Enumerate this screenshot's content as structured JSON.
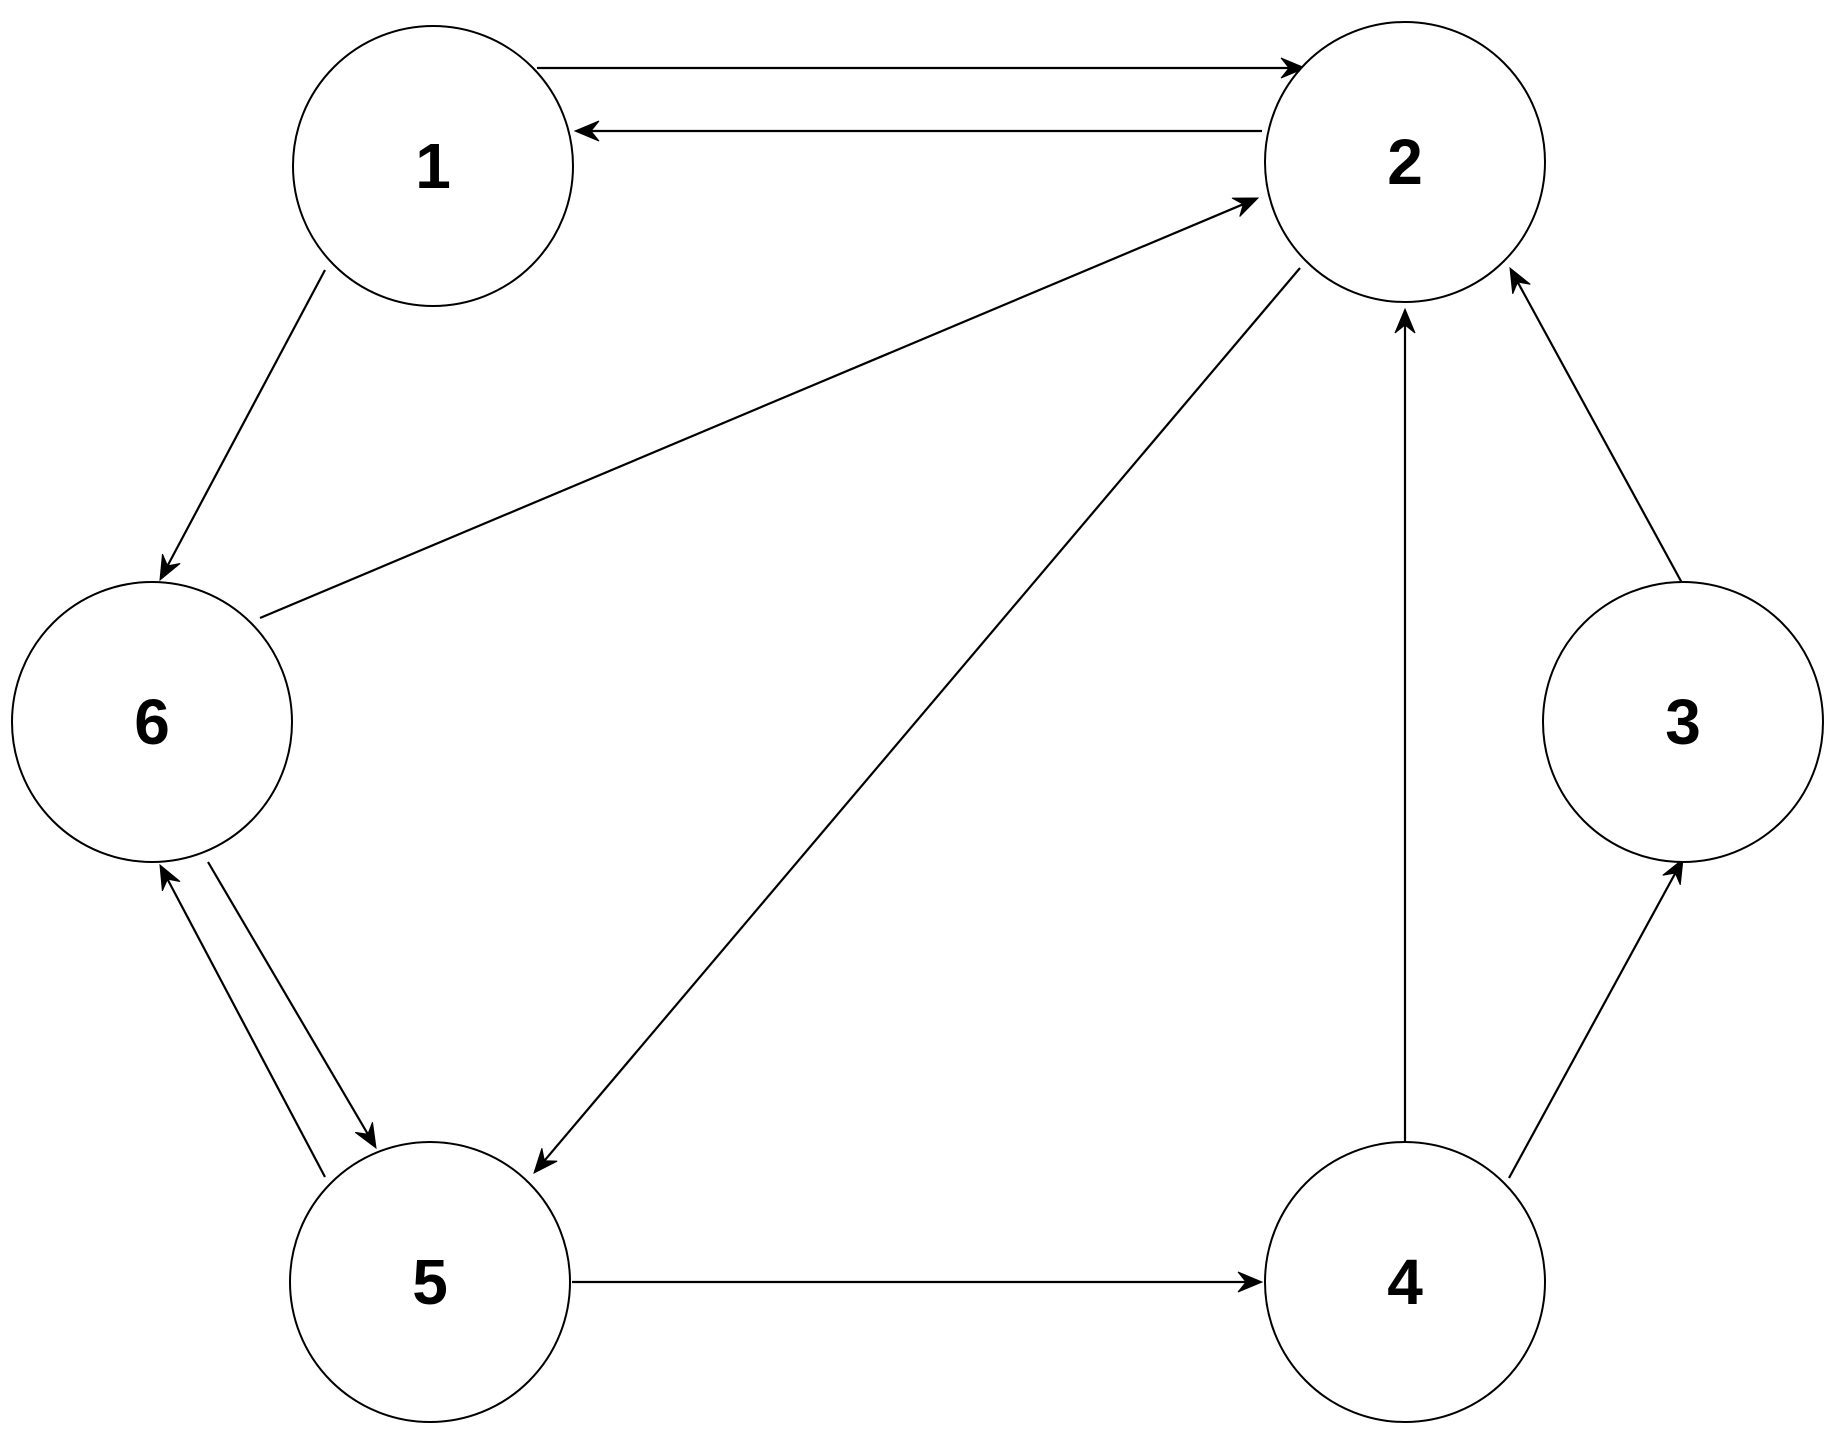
{
  "diagram": {
    "type": "directed-graph",
    "nodes": [
      {
        "id": "1",
        "label": "1"
      },
      {
        "id": "2",
        "label": "2"
      },
      {
        "id": "3",
        "label": "3"
      },
      {
        "id": "4",
        "label": "4"
      },
      {
        "id": "5",
        "label": "5"
      },
      {
        "id": "6",
        "label": "6"
      }
    ],
    "edges": [
      {
        "from": "1",
        "to": "2"
      },
      {
        "from": "2",
        "to": "1"
      },
      {
        "from": "1",
        "to": "6"
      },
      {
        "from": "6",
        "to": "2"
      },
      {
        "from": "2",
        "to": "5"
      },
      {
        "from": "4",
        "to": "2"
      },
      {
        "from": "3",
        "to": "2"
      },
      {
        "from": "4",
        "to": "3"
      },
      {
        "from": "5",
        "to": "4"
      },
      {
        "from": "6",
        "to": "5"
      },
      {
        "from": "5",
        "to": "6"
      }
    ],
    "colors": {
      "stroke": "#000000",
      "fill": "#ffffff",
      "background": "#ffffff"
    }
  }
}
